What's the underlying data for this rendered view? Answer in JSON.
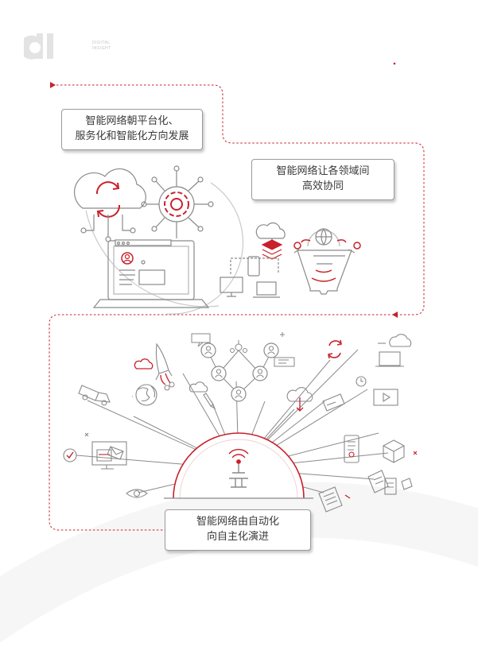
{
  "brand": {
    "name": "dl",
    "sub1": "DIGITAL",
    "sub2": "INSIGHT"
  },
  "colors": {
    "accent": "#c8212b",
    "line": "#8a8a8a",
    "text": "#3a3a3a"
  },
  "callouts": [
    {
      "line1": "智能网络朝平台化、",
      "line2": "服务化和智能化方向发展"
    },
    {
      "line1": "智能网络让各领域间",
      "line2": "高效协同"
    },
    {
      "line1": "智能网络由自动化",
      "line2": "向自主化演进"
    }
  ],
  "icons": [
    "cloud-sync-icon",
    "gear-network-icon",
    "laptop-profile-icon",
    "cloud-stack-icon",
    "devices-icon",
    "funnel-globe-icon",
    "rocket-icon",
    "globe-icon",
    "truck-icon",
    "monitor-chart-icon",
    "check-icon",
    "eye-icon",
    "user-network-icon",
    "sync-icon",
    "cloud-laptop-icon",
    "clock-icon",
    "credit-card-icon",
    "video-play-icon",
    "phone-list-icon",
    "cube-icon",
    "documents-icon",
    "document-stamp-icon",
    "cloud-download-icon",
    "wifi-antenna-icon"
  ]
}
